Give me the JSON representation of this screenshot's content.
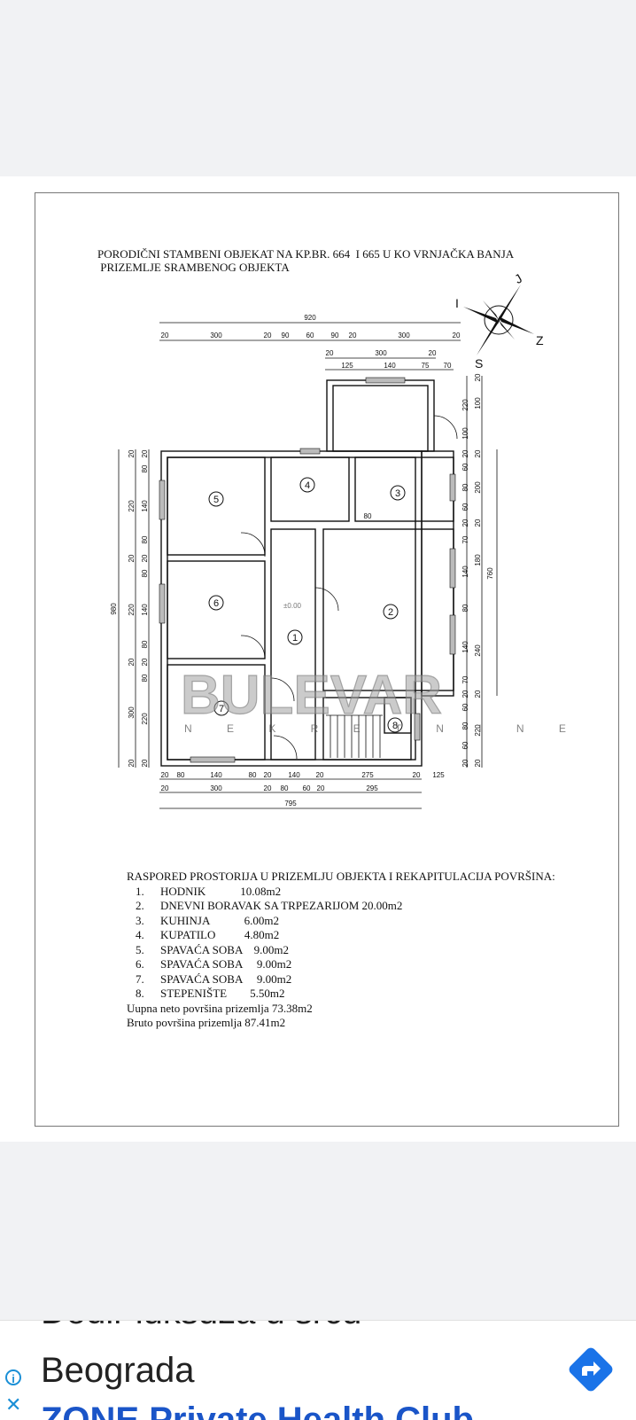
{
  "plan": {
    "title_line1": "PORODIČNI STAMBENI OBJEKAT NA KP.BR. 664  I 665 U KO VRNJAČKA BANJA",
    "title_line2": " PRIZEMLJE SRAMBENOG OBJEKTA",
    "watermark_big": "BULEVAR",
    "watermark_small": "N E K R E T N I N E",
    "level_mark": "±0.00",
    "dims_top": {
      "total": "920",
      "row": [
        "20",
        "300",
        "20",
        "90",
        "60",
        "90",
        "20",
        "300",
        "20"
      ],
      "annex_row1": [
        "20",
        "300",
        "20"
      ],
      "annex_row2": [
        "125",
        "140",
        "75",
        "70"
      ]
    },
    "dims_bottom": {
      "row1": [
        "20",
        "80",
        "140",
        "80",
        "20",
        "140",
        "20",
        "275",
        "20",
        "125"
      ],
      "row2": [
        "20",
        "300",
        "20",
        "80",
        "60",
        "20",
        "295"
      ],
      "total": "795"
    },
    "dims_left": {
      "total": "980",
      "outer": [
        "20",
        "220",
        "20",
        "220",
        "20",
        "300",
        "20"
      ],
      "inner": [
        "20",
        "80",
        "140",
        "80",
        "20",
        "80",
        "140",
        "80",
        "20",
        "80",
        "220",
        "20"
      ]
    },
    "dims_right": {
      "total": "760",
      "annex": [
        "20",
        "100",
        "100",
        "220"
      ],
      "outer": [
        "20",
        "200",
        "20",
        "180",
        "240",
        "20",
        "220",
        "20"
      ],
      "inner": [
        "20",
        "60",
        "80",
        "60",
        "20",
        "70",
        "140",
        "80",
        "140",
        "70",
        "20",
        "60",
        "80",
        "60",
        "20"
      ],
      "kitchen_gap": "80"
    },
    "compass": {
      "n": "S",
      "s": "J",
      "e": "I",
      "w": "Z"
    },
    "rooms": [
      "1",
      "2",
      "3",
      "4",
      "5",
      "6",
      "7",
      "8"
    ]
  },
  "legend": {
    "heading": "RASPORED PROSTORIJA U PRIZEMLJU OBJEKTA I REKAPITULACIJA POVRŠINA:",
    "rows": [
      {
        "num": "1.",
        "text": "HODNIK            10.08m2"
      },
      {
        "num": "2.",
        "text": "DNEVNI BORAVAK SA TRPEZARIJOM 20.00m2"
      },
      {
        "num": "3.",
        "text": "KUHINJA            6.00m2"
      },
      {
        "num": "4.",
        "text": "KUPATILO          4.80m2"
      },
      {
        "num": "5.",
        "text": "SPAVAĆA SOBA    9.00m2"
      },
      {
        "num": "6.",
        "text": "SPAVAĆA SOBA     9.00m2"
      },
      {
        "num": "7.",
        "text": "SPAVAĆA SOBA     9.00m2"
      },
      {
        "num": "8.",
        "text": "STEPENIŠTE        5.50m2"
      }
    ],
    "net_area": "Uupna neto površina prizemlja  73.38m2",
    "gross_area": "Bruto površina  prizemlja  87.41m2"
  },
  "ad": {
    "line_top": "Dodir luksuza u srcu",
    "line_main": "Beograda",
    "line_bottom": "ZONE Private Health Club",
    "info_icon": "i",
    "close_icon": "✕",
    "cta_color": "#1a73e8"
  }
}
